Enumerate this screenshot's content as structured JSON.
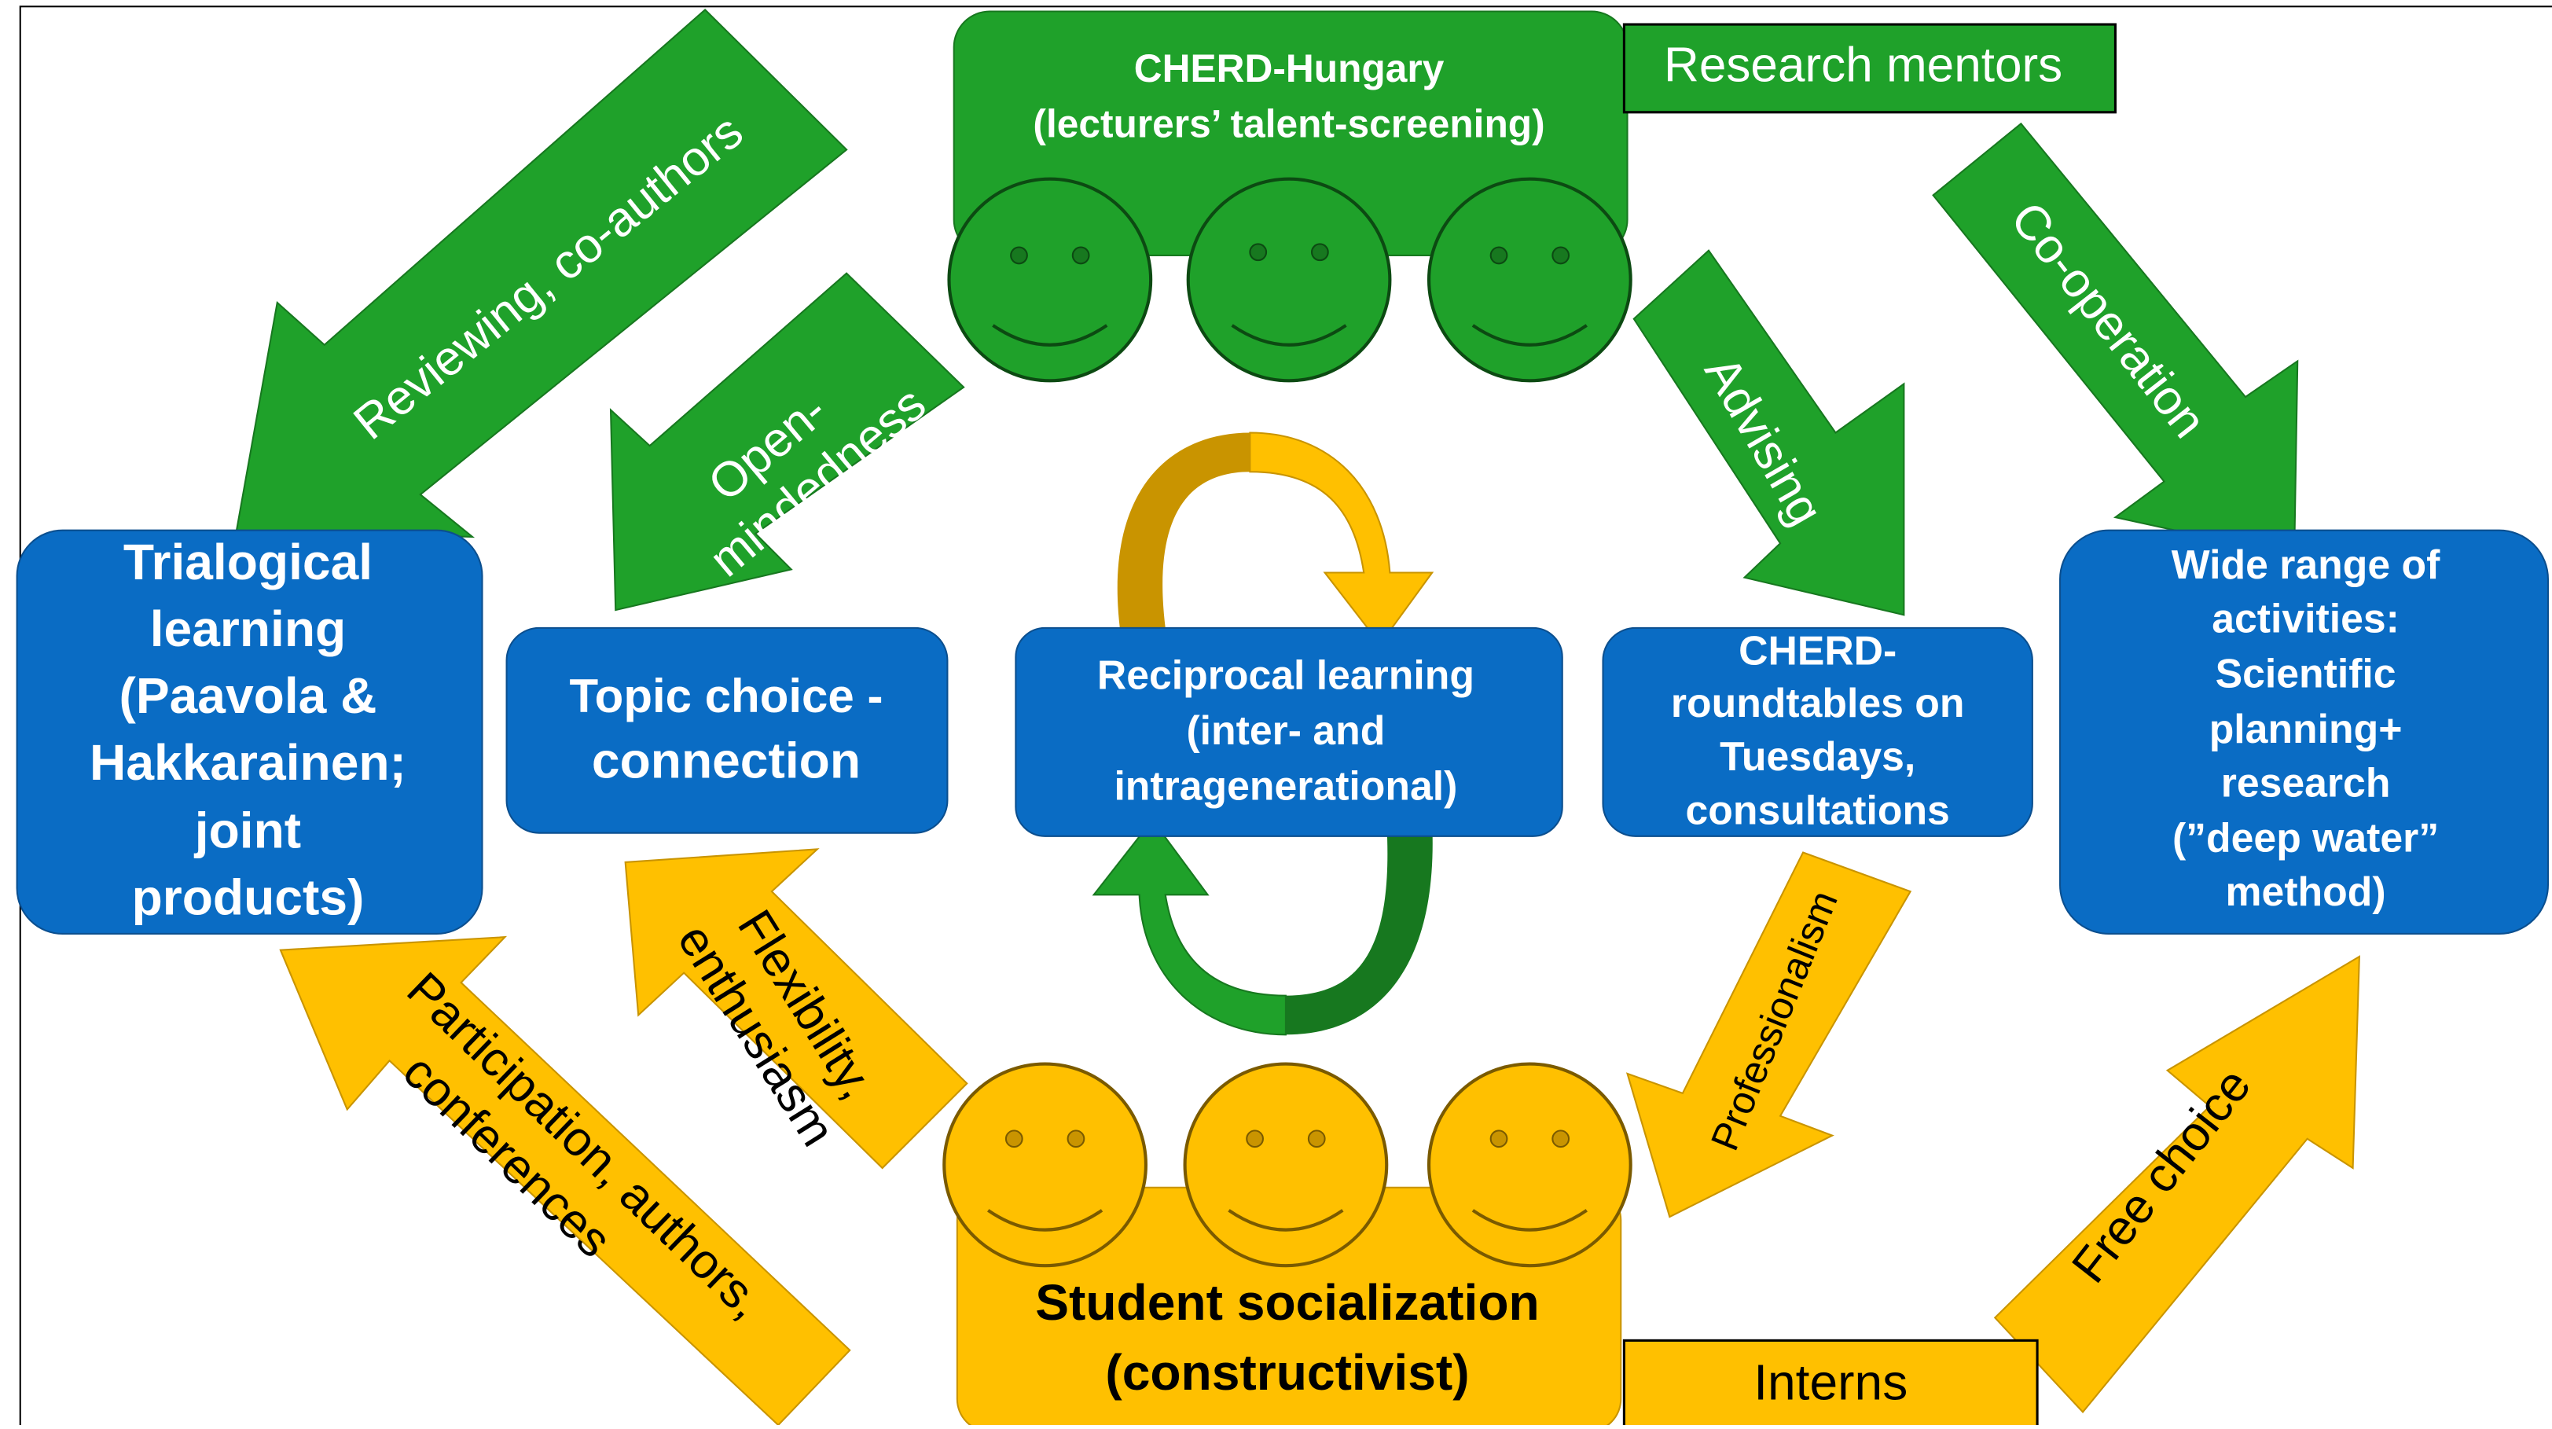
{
  "top_box": {
    "line1": "CHERD-Hungary",
    "line2": "(lecturers’ talent-screening)"
  },
  "research_mentors": "Research mentors",
  "interns": "Interns",
  "bottom_box": {
    "line1": "Student socialization",
    "line2": "(constructivist)"
  },
  "boxes": {
    "trialogical": [
      "Trialogical",
      "learning",
      "(Paavola &",
      "Hakkarainen;",
      "joint",
      "products)"
    ],
    "topic": [
      "Topic choice  -",
      "connection"
    ],
    "reciprocal": [
      "Reciprocal learning",
      "(inter- and",
      "intragenerational)"
    ],
    "cherd_roundtables": [
      "CHERD-",
      "roundtables on",
      "Tuesdays,",
      "consultations"
    ],
    "wide_range": [
      "Wide range of",
      "activities:",
      "Scientific",
      "planning+",
      "research",
      "(”deep water”",
      "method)"
    ]
  },
  "arrows": {
    "reviewing": "Reviewing,  co-authors",
    "open": [
      "Open-",
      "mindedness"
    ],
    "advising": "Advising",
    "cooperation": "Co-operation",
    "flexibility": [
      "Flexibility,",
      "enthusiasm"
    ],
    "participation": [
      "Participation, authors,",
      "conferences"
    ],
    "professionalism": "Professionalism",
    "free_choice": "Free choice"
  },
  "colors": {
    "green": "#1fa12a",
    "green_dark": "#17781f",
    "yellow": "#ffc000",
    "yellow_dark": "#c99400",
    "blue": "#0a6cc4",
    "blue_dark": "#0b4f8f",
    "white": "#ffffff",
    "black": "#000000"
  }
}
